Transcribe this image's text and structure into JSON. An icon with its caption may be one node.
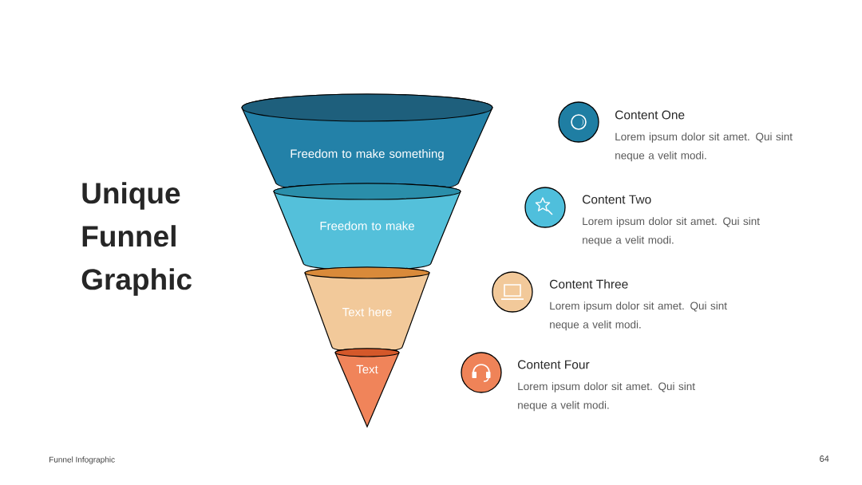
{
  "diagram": {
    "title": "Unique Funnel Graphic",
    "nodes": [
      {
        "text": [
          "Freedom to make something"
        ]
      },
      {
        "text": [
          "Freedom to make"
        ]
      },
      {
        "text": [
          "Text here"
        ]
      },
      {
        "text": [
          "Text"
        ]
      }
    ],
    "labels": [
      "Content One",
      "Lorem ipsum dolor sit amet. Qui sint neque a velit modi.",
      "Content Two",
      "Lorem ipsum dolor sit amet. Qui sint neque a velit modi.",
      "Content Three",
      "Lorem ipsum dolor sit amet. Qui sint neque a velit modi.",
      "Content Four",
      "Lorem ipsum dolor sit amet. Qui sint neque a velit modi.",
      "Funnel Infographic",
      "64"
    ]
  }
}
